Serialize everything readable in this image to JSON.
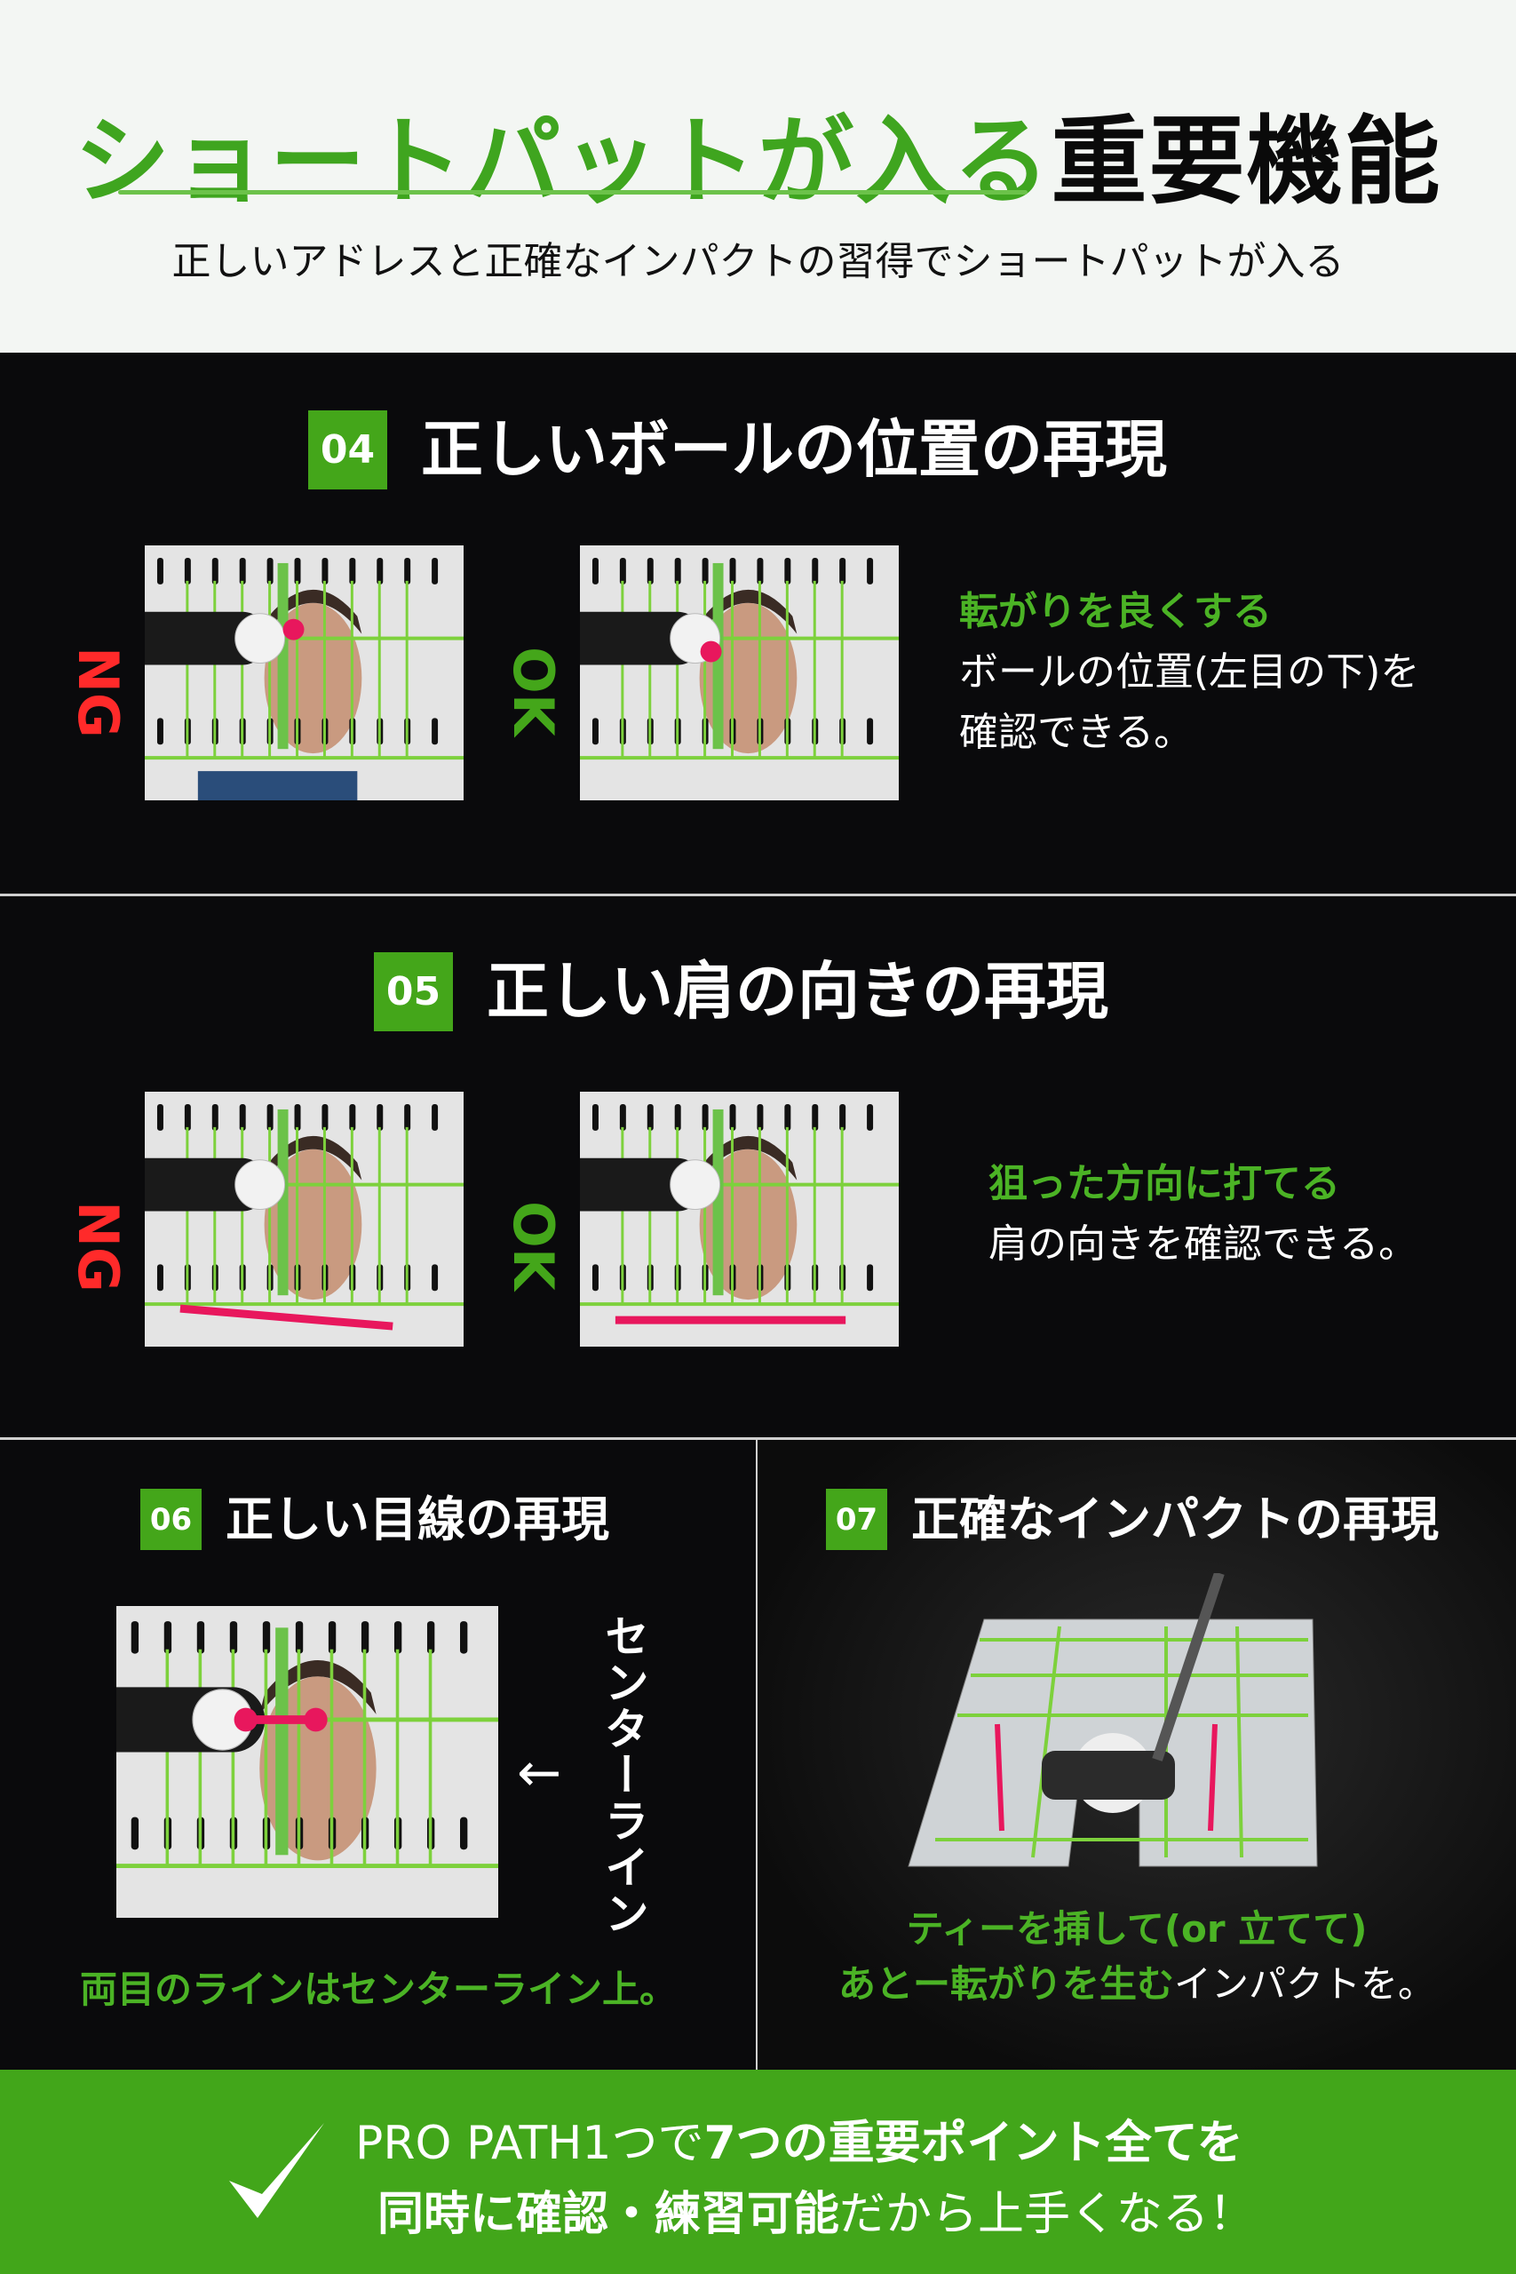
{
  "header": {
    "title_green": "ショートパットが入る",
    "title_black": "重要機能",
    "subtitle": "正しいアドレスと正確なインパクトの習得でショートパットが入る"
  },
  "colors": {
    "accent_green": "#44a61a",
    "ng_red": "#ff2a2a",
    "marker_pink": "#e8175d",
    "dark_bg": "#0a0a0c"
  },
  "sections": [
    {
      "number": "04",
      "title": "正しいボールの位置の再現",
      "ng_label": "NG",
      "ok_label": "OK",
      "highlight": "転がりを良くする",
      "lines": [
        "ボールの位置(左目の下)を",
        "確認できる。"
      ]
    },
    {
      "number": "05",
      "title": "正しい肩の向きの再現",
      "ng_label": "NG",
      "ok_label": "OK",
      "highlight": "狙った方向に打てる",
      "lines": [
        "肩の向きを確認できる。"
      ]
    },
    {
      "number": "06",
      "title": "正しい目線の再現",
      "vertical_label": "センターライン",
      "arrow": "←",
      "caption": "両目のラインはセンターライン上。"
    },
    {
      "number": "07",
      "title": "正確なインパクトの再現",
      "caption_line1": "ティーを挿して(or 立てて)",
      "caption_line2_green": "あとー転がりを生む",
      "caption_line2_white": "インパクトを。"
    }
  ],
  "footer": {
    "icon": "checkmark-icon",
    "line1_light": "PRO PATH1つで",
    "line1_bold": "7つの重要ポイント全てを",
    "line2_bold": "同時に確認・練習可能",
    "line2_light": "だから上手くなる！"
  }
}
